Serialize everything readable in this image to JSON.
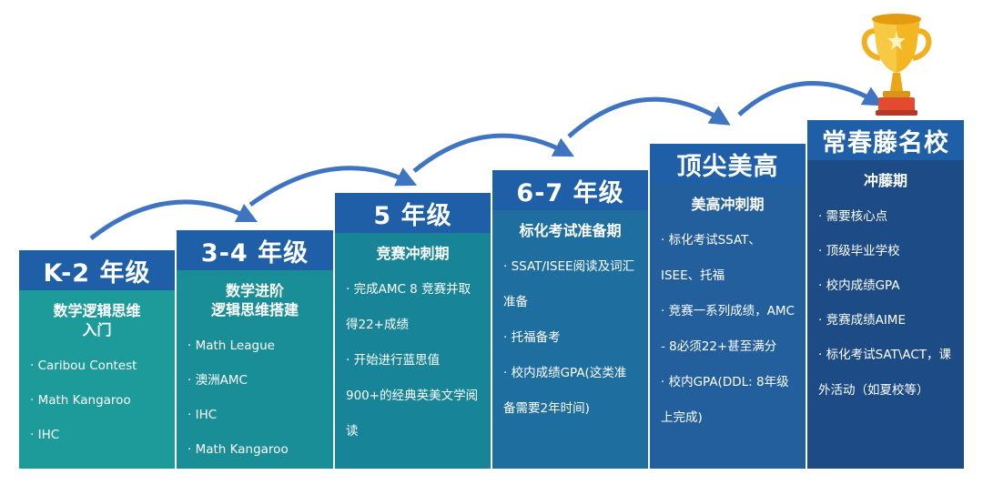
{
  "colors": {
    "header_blue": "#1f5fa8",
    "arrow_blue": "#3f74c0",
    "stage_gradient": [
      "#1c9b9a",
      "#1a8e97",
      "#178497",
      "#1f6ea0",
      "#225f9c",
      "#1d4b86"
    ],
    "trophy_gold": "#f2b01e"
  },
  "stages": [
    {
      "header": "K-2 年级",
      "subtitle": "数学逻辑思维\n入门",
      "items": [
        "· Caribou Contest",
        "· Math Kangaroo",
        "· IHC"
      ]
    },
    {
      "header": "3-4 年级",
      "subtitle": "数学进阶\n逻辑思维搭建",
      "items": [
        "· Math League",
        "· 澳洲AMC",
        "· IHC",
        "· Math Kangaroo"
      ]
    },
    {
      "header": "5 年级",
      "subtitle": "竞赛冲刺期",
      "items": [
        "· 完成AMC 8 竞赛并取得22+成绩",
        "· 开始进行蓝思值900+的经典英美文学阅读"
      ]
    },
    {
      "header": "6-7 年级",
      "subtitle": "标化考试准备期",
      "items": [
        "· SSAT/ISEE阅读及词汇准备",
        "· 托福备考",
        "· 校内成绩GPA(这类准备需要2年时间)"
      ]
    },
    {
      "header": "顶尖美高",
      "subtitle": "美高冲刺期",
      "items": [
        "· 标化考试SSAT、ISEE、托福",
        "· 竞赛一系列成绩，AMC - 8必须22+甚至满分",
        "· 校内GPA(DDL: 8年级上完成)"
      ]
    },
    {
      "header": "常春藤名校",
      "subtitle": "冲藤期",
      "items": [
        "· 需要核心点",
        "· 顶级毕业学校",
        "· 校内成绩GPA",
        "· 竞赛成绩AIME",
        "· 标化考试SAT\\ACT，课外活动（如夏校等）"
      ]
    }
  ],
  "icons": {
    "trophy": "trophy-icon",
    "arrows": "curved-arrow-icon"
  }
}
